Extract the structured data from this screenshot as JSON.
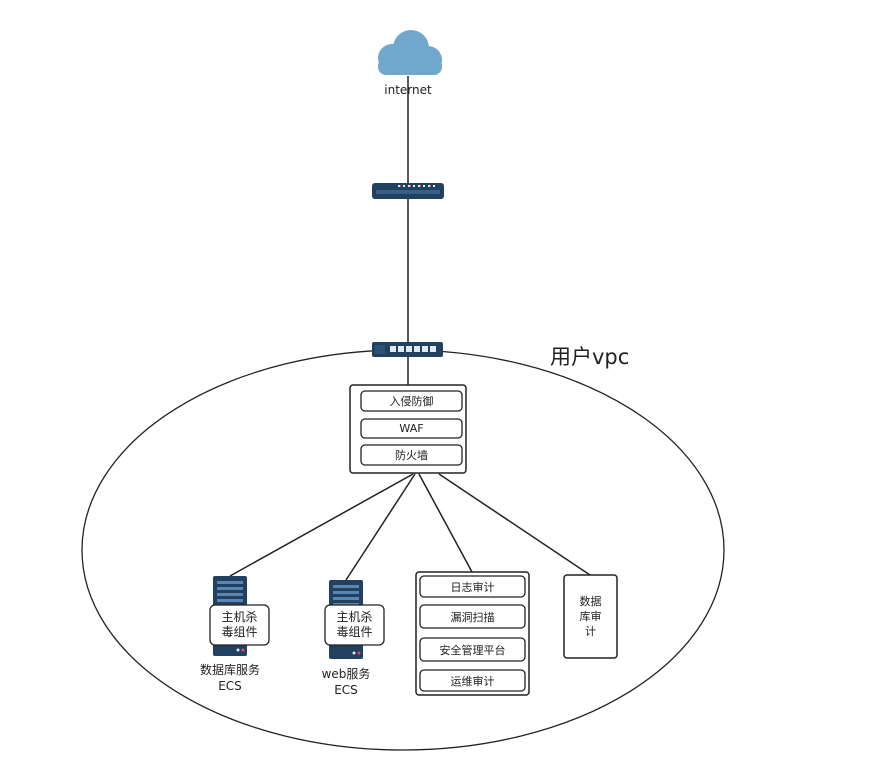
{
  "internet": {
    "label": "internet"
  },
  "vpc": {
    "label": "用户vpc"
  },
  "security_stack": {
    "items": [
      "入侵防御",
      "WAF",
      "防火墙"
    ]
  },
  "db_server": {
    "component": "主机杀毒组件",
    "component_line1": "主机杀",
    "component_line2": "毒组件",
    "label_line1": "数据库服务",
    "label_line2": "ECS"
  },
  "web_server": {
    "component": "主机杀毒组件",
    "component_line1": "主机杀",
    "component_line2": "毒组件",
    "label_line1": "web服务",
    "label_line2": "ECS"
  },
  "management_stack": {
    "items": [
      "日志审计",
      "漏洞扫描",
      "安全管理平台",
      "运维审计"
    ]
  },
  "db_audit": {
    "label": "数据库审计",
    "line1": "数据",
    "line2": "库审",
    "line3": "计"
  },
  "colors": {
    "cloud": "#6fa8cc",
    "device": "#22405f",
    "stroke": "#222222",
    "device_light": "#dfe9f2"
  }
}
